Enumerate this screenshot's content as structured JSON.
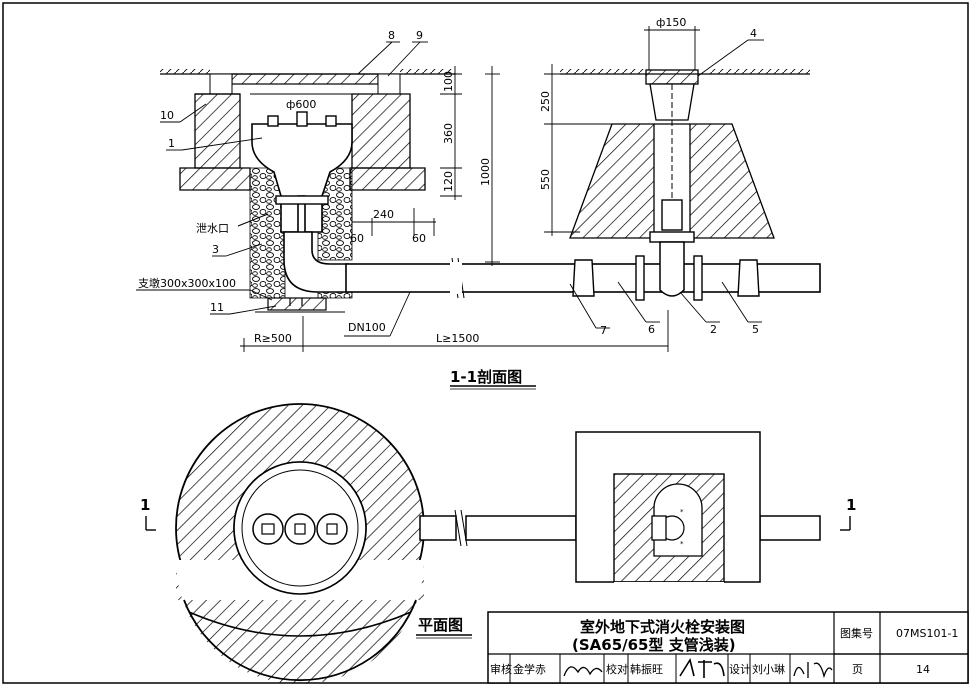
{
  "section_title": "1-1剖面图",
  "plan_title": "平面图",
  "section_marks": {
    "left": "1",
    "right": "1"
  },
  "labels": {
    "l1": "1",
    "l2": "2",
    "l3": "3",
    "l4": "4",
    "l5": "5",
    "l6": "6",
    "l7": "7",
    "l8": "8",
    "l9": "9",
    "l10": "10",
    "l11": "11",
    "drain": "泄水口",
    "support": "支墩300x300x100",
    "pipe": "DN100"
  },
  "dimensions": {
    "d600": "ф600",
    "d150": "ф150",
    "h100": "100",
    "h360": "360",
    "h120": "120",
    "h1000": "1000",
    "h250": "250",
    "h550": "550",
    "w240": "240",
    "w60a": "60",
    "w60b": "60",
    "r500": "R≥500",
    "l1500": "L≥1500"
  },
  "title_block": {
    "title_line1": "室外地下式消火栓安装图",
    "title_line2": "(SA65/65型  支管浅装)",
    "atlas_label": "图集号",
    "atlas_no": "07MS101-1",
    "page_label": "页",
    "page_no": "14",
    "review_label": "审核",
    "reviewer": "金学赤",
    "check_label": "校对",
    "checker": "韩振旺",
    "design_label": "设计",
    "designer": "刘小琳"
  }
}
